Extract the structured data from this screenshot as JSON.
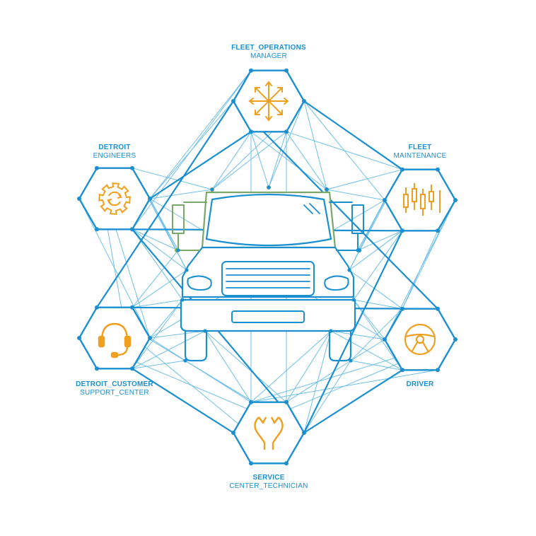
{
  "nodes": {
    "fleet_operations": {
      "title": "FLEET_OPERATIONS",
      "subtitle": "MANAGER",
      "icon": "compass-arrows-icon"
    },
    "fleet_maintenance": {
      "title": "FLEET",
      "subtitle": "MAINTENANCE",
      "icon": "candlestick-chart-icon"
    },
    "driver": {
      "title": "DRIVER",
      "subtitle": "",
      "icon": "steering-wheel-icon"
    },
    "service": {
      "title": "SERVICE",
      "subtitle": "CENTER_TECHNICIAN",
      "icon": "wrench-icon"
    },
    "customer_support": {
      "title": "DETROIT_CUSTOMER",
      "subtitle": "SUPPORT_CENTER",
      "icon": "headset-icon"
    },
    "engineers": {
      "title": "DETROIT",
      "subtitle": "ENGINEERS",
      "icon": "gear-icon"
    }
  },
  "center_icon": "truck-icon",
  "colors": {
    "blue": "#1b8fd0",
    "light_blue": "#6fc0e8",
    "orange": "#f0a020",
    "green": "#7fb24a"
  }
}
